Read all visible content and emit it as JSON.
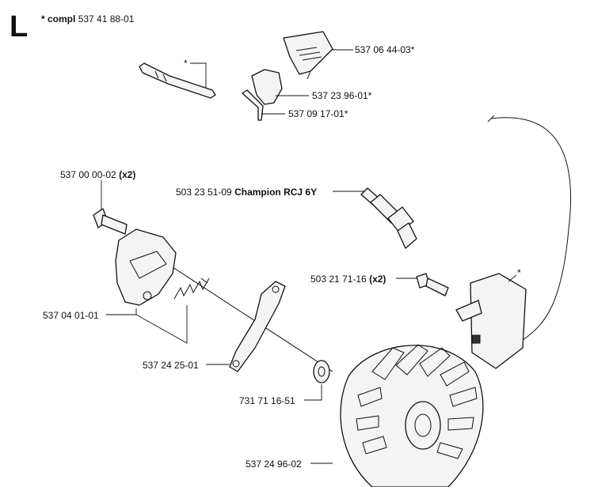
{
  "section": {
    "letter": "L",
    "kit_note_prefix": "* compl",
    "kit_number": "537 41 88-01"
  },
  "callouts": {
    "hose_star": "*",
    "guide": "537 06 44-03*",
    "plate": "537 23 96-01*",
    "pin": "537 09 17-01*",
    "screw_number": "537 00 00-02",
    "screw_qty": "(x2)",
    "spark_plug_number": "503 23 51-09",
    "spark_plug_name": "Champion RCJ 6Y",
    "ignition_screw_number": "503 21 71-16",
    "ignition_screw_qty": "(x2)",
    "module_star": "*",
    "pawl_housing": "537 04 01-01",
    "link": "537 24 25-01",
    "washer": "731 71 16-51",
    "flywheel": "537 24 96-02"
  }
}
